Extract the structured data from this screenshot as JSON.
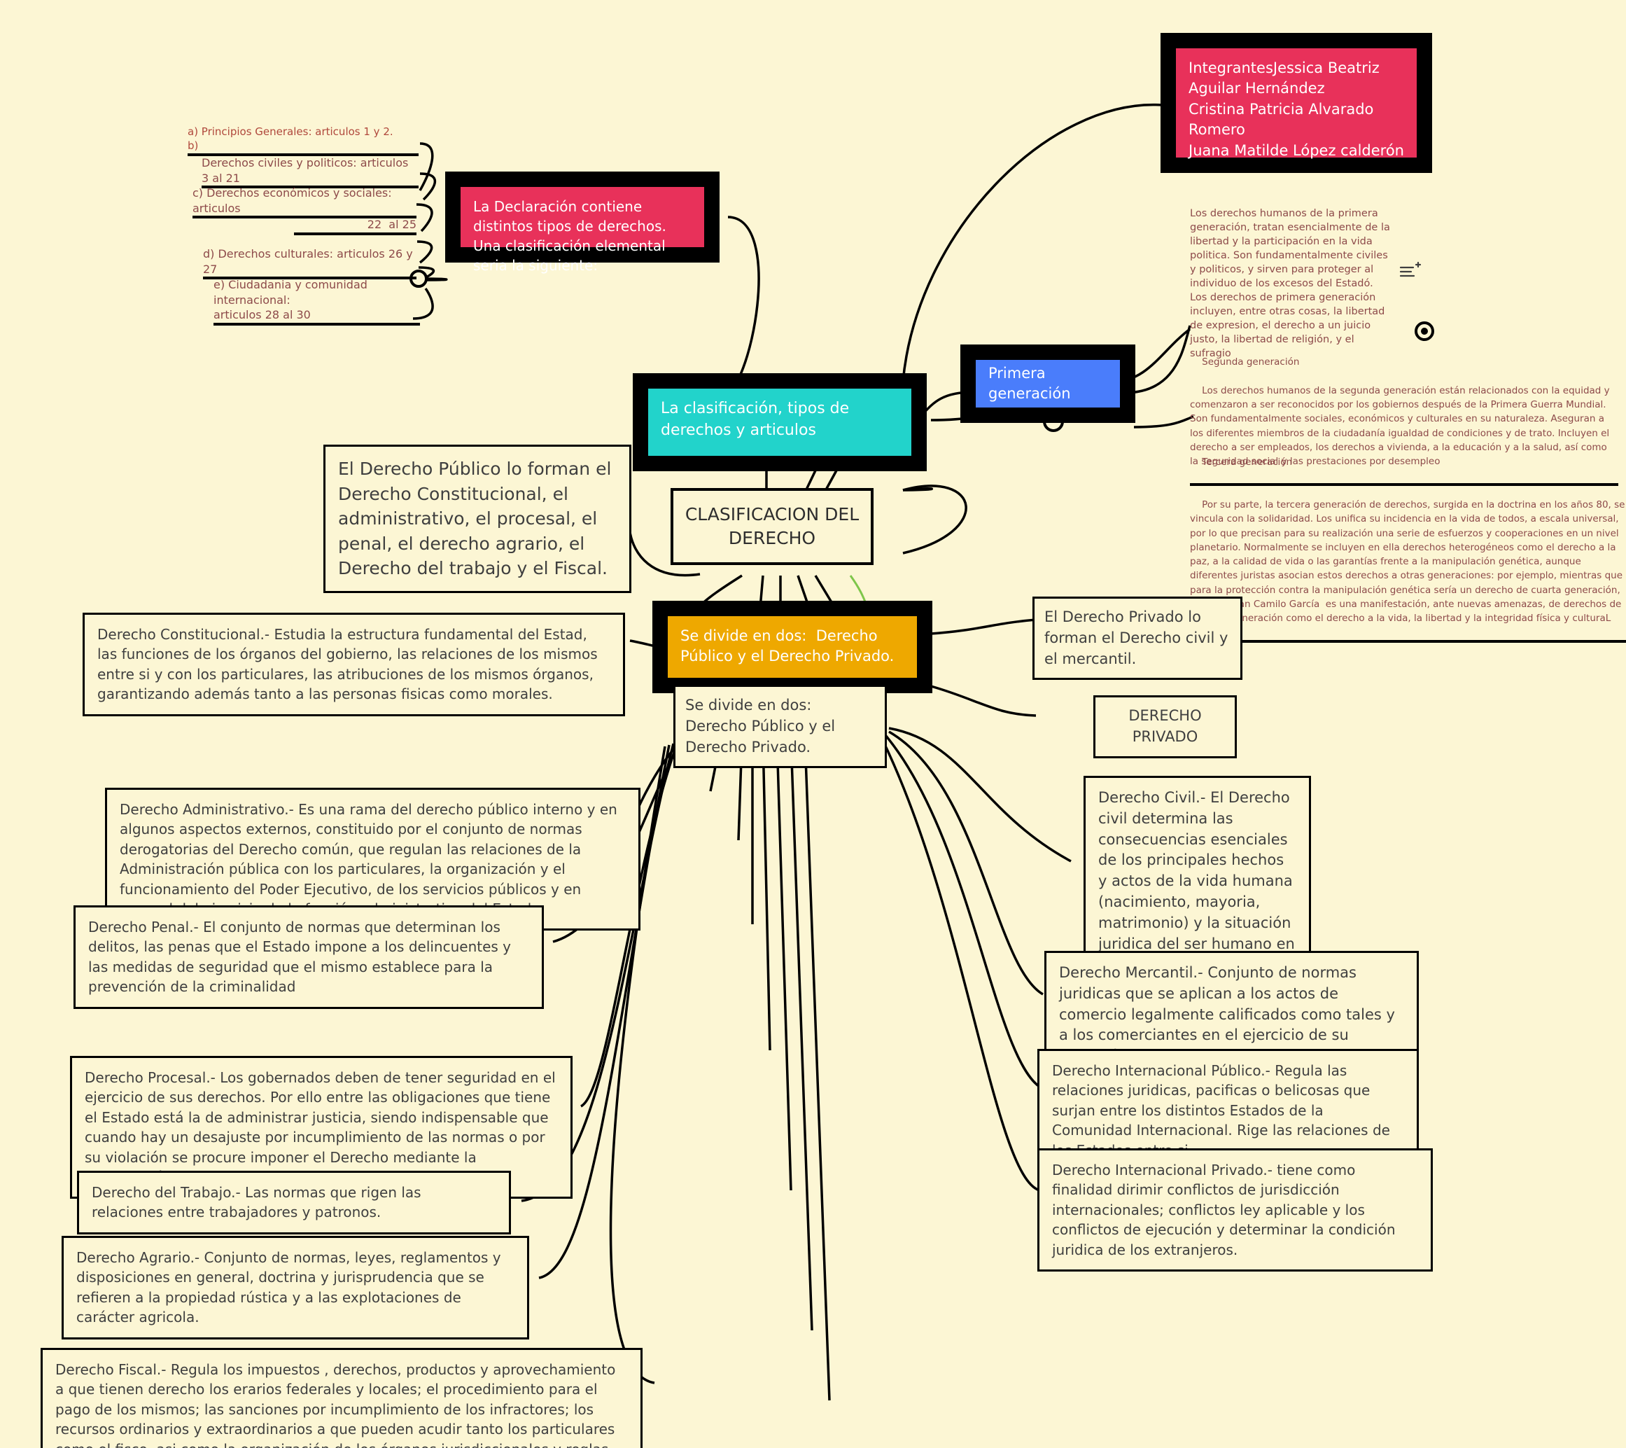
{
  "meta": {
    "canvas_background": "#fcf6d4",
    "accent_pink": "#e8315a",
    "accent_cyan": "#22d3cb",
    "accent_blue": "#4a7dfb",
    "accent_orange": "#eea800",
    "text_maroon": "#8d4a4a",
    "text_dark": "#3f3f3f"
  },
  "center": {
    "title": "CLASIFICACION DEL\nDERECHO"
  },
  "highlight_nodes": {
    "integrantes": {
      "fill": "#e8315a",
      "text": "IntegrantesJessica Beatriz Aguilar Hernández\nCristina Patricia Alvarado Romero\nJuana Matilde López calderón"
    },
    "declaracion": {
      "fill": "#e8315a",
      "text": "La Declaración contiene distintos tipos de derechos. Una clasificación elemental seria la siguiente:"
    },
    "clasificacion": {
      "fill": "#22d3cb",
      "text": "La clasificación, tipos de derechos y articulos"
    },
    "primera_generacion": {
      "fill": "#4a7dfb",
      "text": "Primera generación"
    },
    "se_divide": {
      "fill": "#eea800",
      "text": "Se divide en dos:  Derecho Público y el Derecho Privado."
    }
  },
  "fold_nodes": [
    {
      "id": "principios-generales",
      "text": "a) Principios Generales: articulos 1 y 2.           b)"
    },
    {
      "id": "derechos-civiles-politicos",
      "text": "Derechos civiles y politicos: articulos 3 al 21"
    },
    {
      "id": "derechos-economicos-sociales",
      "text": "c) Derechos económicos y sociales: articulos"
    },
    {
      "id": "articulos-22-25",
      "text": "22  al 25"
    },
    {
      "id": "derechos-culturales",
      "text": "d) Derechos culturales: articulos 26 y 27"
    },
    {
      "id": "ciudadania-comunidad",
      "text": "e) Ciudadania y comunidad internacional:\narticulos 28 al 30"
    }
  ],
  "generation_texts": {
    "primera": "Los derechos humanos de la primera generación, tratan esencialmente de la libertad y la participación en la vida politica. Son fundamentalmente civiles y politicos, y sirven para proteger al individuo de los excesos del Estadó. Los derechos de primera generación incluyen, entre otras cosas, la libertad de expresion, el derecho a un juicio justo, la libertad de religión, y el sufragio",
    "segunda_title": "Segunda generación",
    "segunda": "Los derechos humanos de la segunda generación están relacionados con la equidad y comenzaron a ser reconocidos por los gobiernos después de la Primera Guerra Mundial. Son fundamentalmente sociales, económicos y culturales en su naturaleza. Aseguran a los diferentes miembros de la ciudadanía igualdad de condiciones y de trato. Incluyen el derecho a ser empleados, los derechos a vivienda, a la educación y a la salud, así como la seguridad social y las prestaciones por desempleo",
    "tercera_title": "Tercera generación",
    "tercera": "Por su parte, la tercera generación de derechos, surgida en la doctrina en los años 80, se vincula con la solidaridad. Los unifica su incidencia en la vida de todos, a escala universal, por lo que precisan para su realización una serie de esfuerzos y cooperaciones en un nivel planetario. Normalmente se incluyen en ella derechos heterogéneos como el derecho a la paz, a la calidad de vida o las garantías frente a la manipulación genética, aunque diferentes juristas asocian estos derechos a otras generaciones: por ejemplo, mientras que para la protección contra la manipulación genética sería un derecho de cuarta generación, para Cristian Camilo García  es una manifestación, ante nuevas amenazas, de derechos de primera generación como el derecho a la vida, la libertad y la integridad física y culturaL"
  },
  "notes": {
    "derecho_publico_forman": "El Derecho Público lo forman el Derecho Constitucional, el administrativo, el procesal, el penal, el derecho agrario, el Derecho del trabajo y el Fiscal.",
    "se_divide_copy": "Se divide en dos:  Derecho Público y el Derecho Privado.",
    "derecho_privado_forman": "El Derecho Privado lo forman el Derecho civil y el mercantil.",
    "derecho_privado_label": "DERECHO PRIVADO",
    "constitucional": "Derecho Constitucional.- Estudia la estructura fundamental del Estad, las funciones de los órganos del gobierno, las relaciones de los mismos entre si y con los particulares, las atribuciones de los mismos órganos, garantizando además tanto a las personas fisicas como morales.",
    "administrativo": "Derecho Administrativo.- Es una rama del derecho público interno y en algunos aspectos externos, constituido por el conjunto de normas derogatorias del Derecho común, que regulan las relaciones de la Administración pública con los particulares, la organización y el funcionamiento del Poder Ejecutivo, de los servicios públicos y en general del ejercicio de la función administrativa del Estado.",
    "penal": "Derecho Penal.- El conjunto de normas que determinan los delitos, las penas que el Estado impone a los delincuentes y las medidas de seguridad que el mismo establece para la prevención de la criminalidad",
    "procesal": "Derecho Procesal.- Los gobernados deben de tener seguridad en el ejercicio de sus derechos. Por ello entre las obligaciones que tiene el Estado está la de administrar justicia, siendo indispensable que cuando hay un desajuste por incumplimiento de las normas o por su violación se procure imponer el Derecho mediante la intervención del Estado.",
    "trabajo": "Derecho del Trabajo.- Las normas que rigen las relaciones entre trabajadores y patronos.",
    "agrario": "Derecho Agrario.- Conjunto de normas, leyes, reglamentos y disposiciones en general, doctrina y jurisprudencia que se refieren a la propiedad rústica y a las explotaciones de carácter agricola.",
    "fiscal": "Derecho Fiscal.- Regula los impuestos , derechos, productos y aprovechamiento a que tienen derecho los erarios federales y locales; el procedimiento para el pago de los mismos; las sanciones por incumplimiento de los infractores; los recursos ordinarios y extraordinarios a que pueden acudir tanto los particulares como el fisco, asi como la organización de los órganos jurisdiccionales y reglas de procedimiento para resolver las controversias",
    "civil": "Derecho Civil.- El Derecho civil determina las consecuencias esenciales de los principales hechos y actos de la vida humana (nacimiento, mayoria, matrimonio) y la situación juridica del ser humano en relación con sus semejantes (capacidad civil, deudas y créditos)",
    "mercantil": "Derecho Mercantil.- Conjunto de normas juridicas que se aplican a los actos de comercio legalmente calificados como tales y a los comerciantes en el ejercicio de su profesión.",
    "internacional_publico": "Derecho Internacional Público.- Regula las relaciones juridicas, pacificas o belicosas que surjan entre los distintos Estados de la Comunidad Internacional. Rige las relaciones de los Estados entre si.",
    "internacional_privado": "Derecho Internacional Privado.- tiene como finalidad dirimir conflictos de jurisdicción internacionales; conflictos ley aplicable y los conflictos de ejecución y determinar la condición juridica de los extranjeros."
  }
}
